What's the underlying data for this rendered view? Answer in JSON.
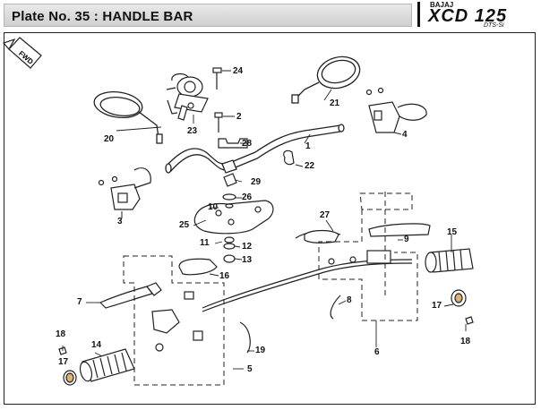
{
  "header": {
    "title": "Plate No. 35  : HANDLE BAR",
    "brand_top": "BAJAJ",
    "brand_model": "XCD 125",
    "brand_sub": "DTS-Si"
  },
  "direction_tag": "FWD",
  "callouts": {
    "c1": "1",
    "c2": "2",
    "c3": "3",
    "c4": "4",
    "c5": "5",
    "c6": "6",
    "c7": "7",
    "c8": "8",
    "c9": "9",
    "c10": "10",
    "c11": "11",
    "c12": "12",
    "c13": "13",
    "c14": "14",
    "c15": "15",
    "c16": "16",
    "c17a": "17",
    "c17b": "17",
    "c18a": "18",
    "c18b": "18",
    "c19": "19",
    "c20": "20",
    "c21": "21",
    "c22": "22",
    "c23": "23",
    "c24": "24",
    "c25": "25",
    "c26": "26",
    "c27": "27",
    "c28": "28",
    "c29": "29"
  }
}
